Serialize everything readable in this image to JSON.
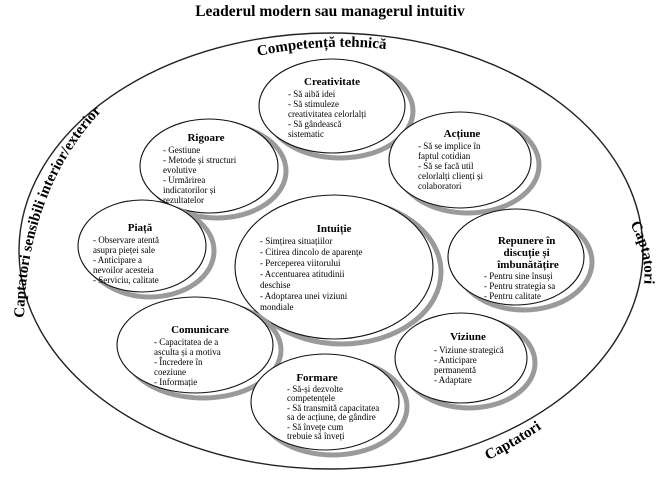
{
  "title": "Leaderul modern sau managerul intuitiv",
  "ring_labels": {
    "top": "Competență tehnică",
    "left": "Captatori sensibili interior/exterior",
    "right": "Captatori",
    "bottom": "Captatori"
  },
  "bubbles": {
    "creativitate": {
      "title": [
        "Creativitate"
      ],
      "items": [
        "- Să aibă idei",
        "- Să stimuleze",
        "creativitatea celorlalți",
        "- Să gândească",
        "sistematic"
      ]
    },
    "rigoare": {
      "title": [
        "Rigoare"
      ],
      "items": [
        "- Gestiune",
        "- Metode și structuri",
        "evolutive",
        "- Urmărirea",
        "indicatorilor și",
        "rezultatelor"
      ]
    },
    "actiune": {
      "title": [
        "Acțiune"
      ],
      "items": [
        "- Să se implice în",
        "faptul cotidian",
        "- Să se facă util",
        "celorlalți clienți și",
        "colaboratori"
      ]
    },
    "piata": {
      "title": [
        "Piață"
      ],
      "items": [
        "- Observare atentă",
        "asupra pieței sale",
        "- Anticipare a",
        "nevoilor acesteia",
        "- Serviciu, calitate"
      ]
    },
    "intuitie": {
      "title": [
        "Intuiție"
      ],
      "items": [
        "- Simțirea situațiilor",
        "- Citirea dincolo de aparențe",
        "- Perceperea viitorului",
        "- Accentuarea atitudinii",
        "deschise",
        "- Adoptarea unei viziuni",
        "mondiale"
      ]
    },
    "repunere": {
      "title": [
        "Repunere în",
        "discuție și",
        "îmbunătățire"
      ],
      "items": [
        "- Pentru sine însuși",
        "- Pentru strategia sa",
        "- Pentru calitate"
      ]
    },
    "comunicare": {
      "title": [
        "Comunicare"
      ],
      "items": [
        "- Capacitatea de a",
        "asculta și a motiva",
        "- Încredere în",
        "coeziune",
        "- Informație"
      ]
    },
    "viziune": {
      "title": [
        "Viziune"
      ],
      "items": [
        "- Viziune strategică",
        "- Anticipare",
        "permanentă",
        "- Adaptare"
      ]
    },
    "formare": {
      "title": [
        "Formare"
      ],
      "items": [
        "- Să-și dezvolte",
        "competențele",
        "- Să transmită capacitatea",
        "sa de acțiune, de gândire",
        "- Să învețe cum",
        "trebuie să înveți"
      ]
    }
  }
}
